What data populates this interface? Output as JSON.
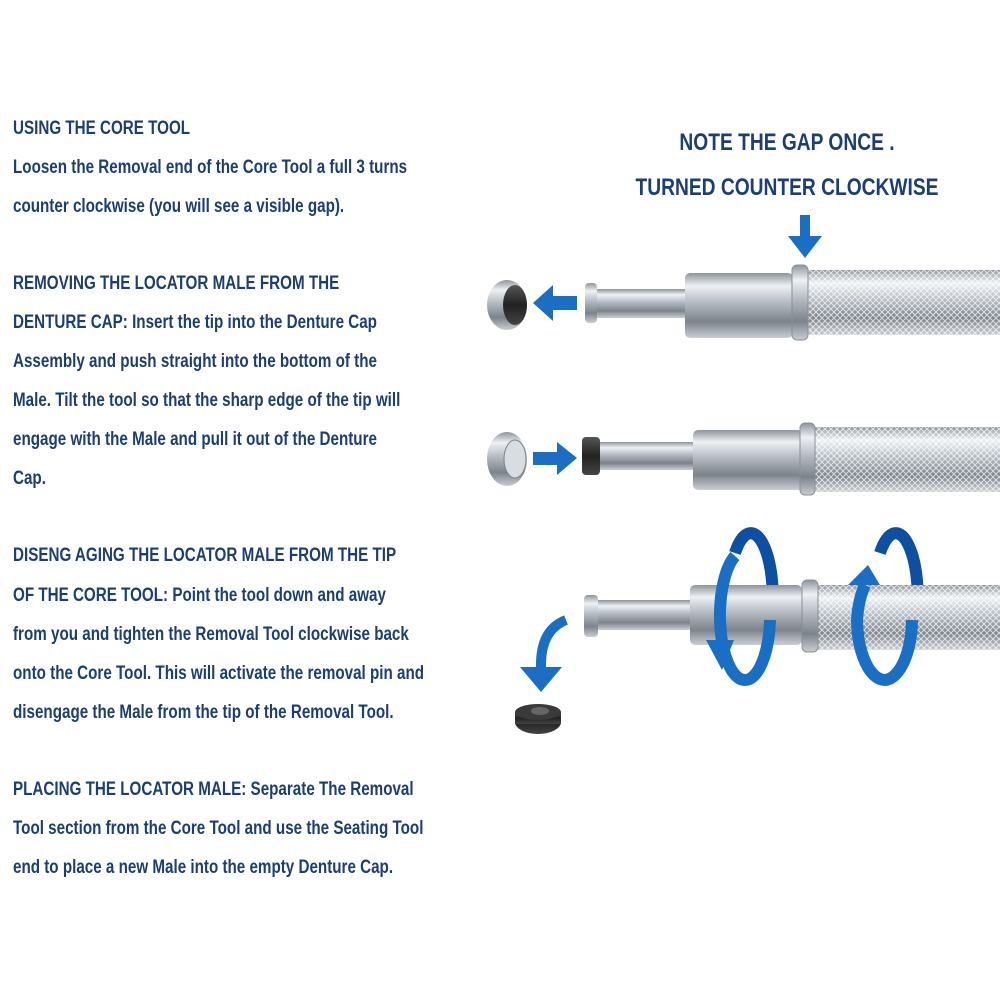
{
  "instructions": {
    "using": [
      "USING THE CORE TOOL",
      "Loosen the Removal end of the Core Tool a full 3 turns",
      "counter clockwise (you will see a visible gap)."
    ],
    "removing": [
      "REMOVING THE LOCATOR MALE FROM THE",
      "DENTURE CAP: Insert the tip into the Denture Cap",
      "Assembly and push straight into the bottom of the",
      "Male. Tilt the tool so that the sharp edge of the tip will",
      "engage with the Male and pull it out of the Denture",
      "Cap."
    ],
    "disengaging": [
      "DISENG AGING THE LOCATOR MALE FROM THE TIP",
      "OF THE CORE TOOL: Point the tool down and away",
      "from you and tighten the Removal Tool clockwise back",
      "onto the Core Tool. This will activate the removal pin and",
      "disengage the Male from the tip of the Removal Tool."
    ],
    "placing": [
      "PLACING THE LOCATOR MALE: Separate The Removal",
      "Tool section from the Core Tool and use the Seating Tool",
      "end to place a new Male into the empty Denture Cap."
    ]
  },
  "callout": {
    "line1": "NOTE THE GAP ONCE .",
    "line2": "TURNED COUNTER CLOCKWISE"
  },
  "colors": {
    "text": "#1b3f73",
    "arrow": "#1a6fc4"
  }
}
